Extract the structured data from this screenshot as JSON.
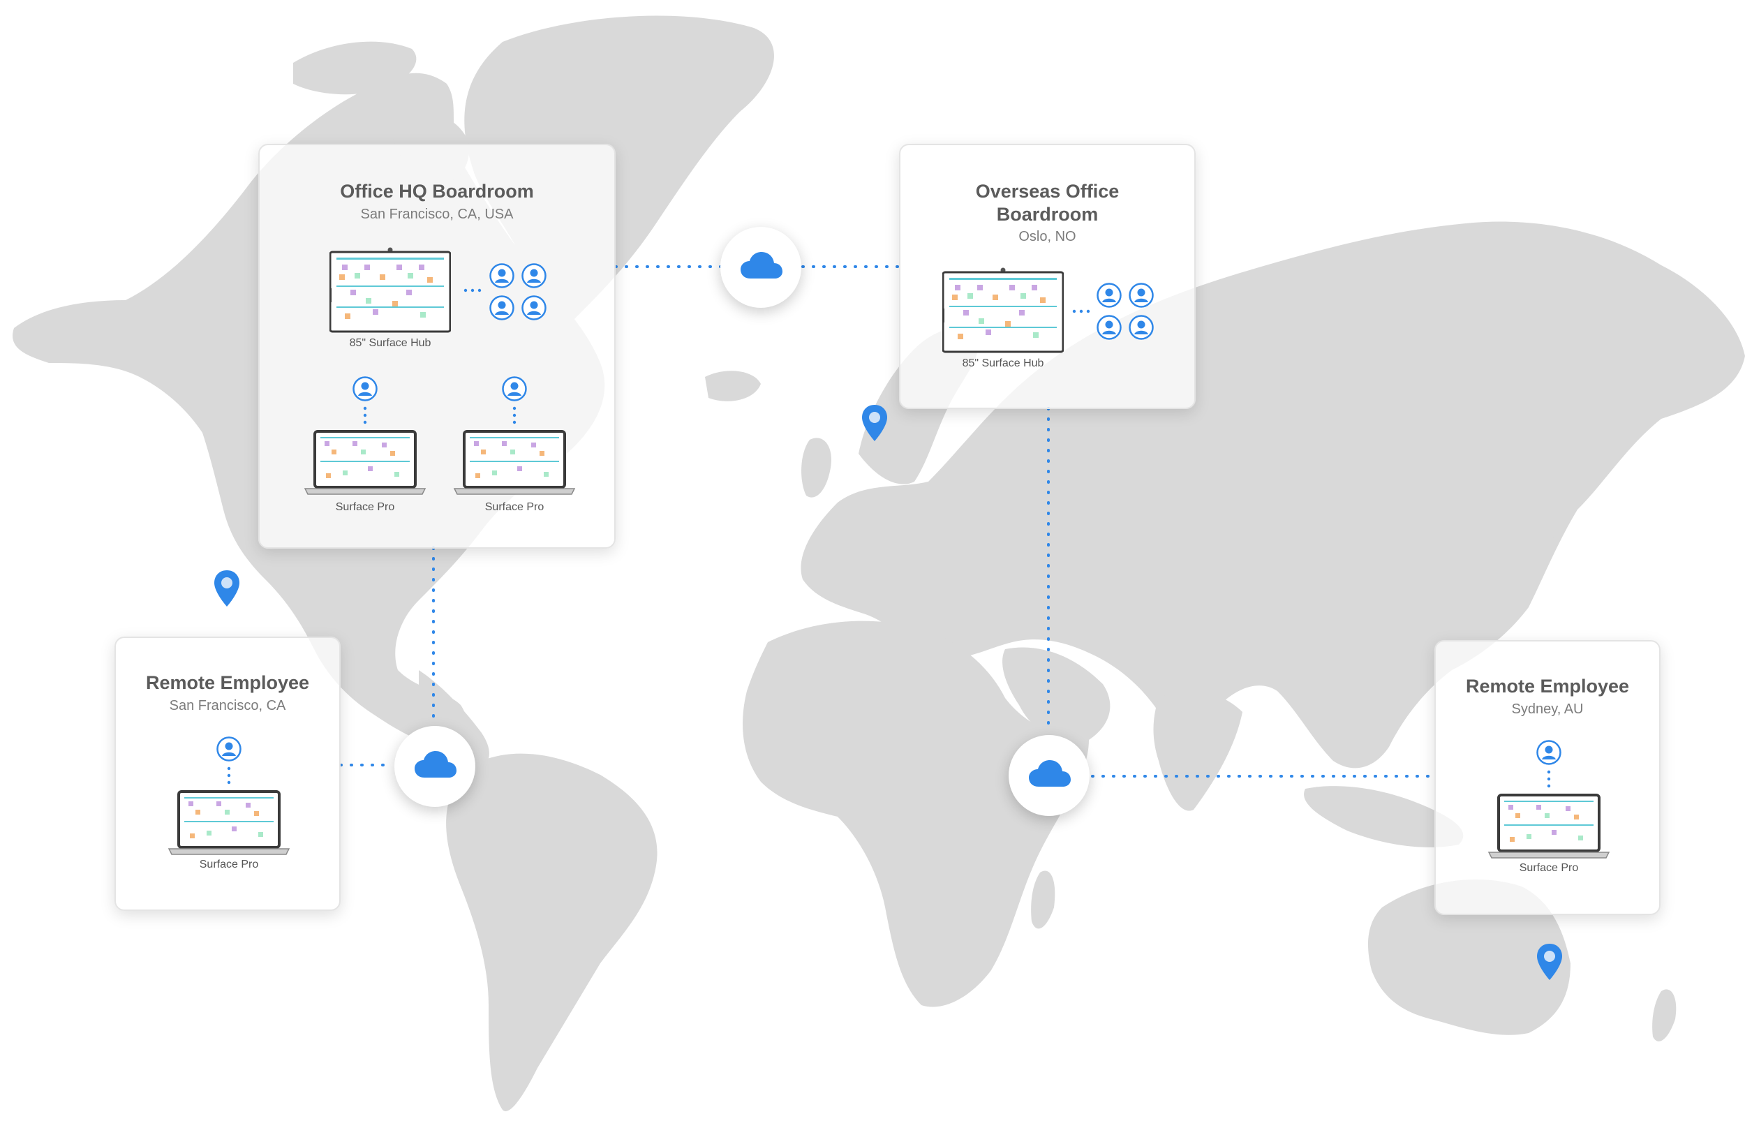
{
  "colors": {
    "land": "#d9d9d9",
    "accent": "#2f87e8",
    "card_title": "#5b5b5b"
  },
  "cards": {
    "hq": {
      "title": "Office HQ Boardroom",
      "subtitle": "San Francisco, CA, USA",
      "hub_label": "85\" Surface Hub",
      "laptop1_label": "Surface Pro",
      "laptop2_label": "Surface Pro"
    },
    "overseas": {
      "title": "Overseas Office Boardroom",
      "subtitle": "Oslo, NO",
      "hub_label": "85\" Surface Hub"
    },
    "remote_sf": {
      "title": "Remote Employee",
      "subtitle": "San Francisco, CA",
      "laptop_label": "Surface Pro"
    },
    "remote_syd": {
      "title": "Remote Employee",
      "subtitle": "Sydney, AU",
      "laptop_label": "Surface Pro"
    }
  },
  "icons": {
    "cloud": "cloud-icon",
    "user": "user-icon",
    "pin": "location-pin-icon",
    "hub": "surface-hub-icon",
    "laptop": "laptop-icon"
  }
}
